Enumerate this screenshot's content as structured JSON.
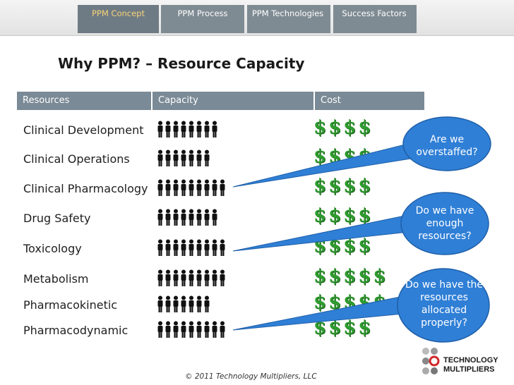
{
  "nav": {
    "tabs": [
      {
        "label": "PPM Concept",
        "active": true
      },
      {
        "label": "PPM Process",
        "active": false
      },
      {
        "label": "PPM Technologies",
        "active": false
      },
      {
        "label": "Success Factors",
        "active": false
      }
    ]
  },
  "title": "Why PPM? – Resource Capacity",
  "table": {
    "headers": [
      "Resources",
      "Capacity",
      "Cost"
    ],
    "rows": [
      {
        "resource": "Clinical Development",
        "people": 8,
        "cost": "$$$$"
      },
      {
        "resource": "Clinical Operations",
        "people": 7,
        "cost": "$$$$"
      },
      {
        "resource": "Clinical Pharmacology",
        "people": 9,
        "cost": "$$$$"
      },
      {
        "resource": "Drug Safety",
        "people": 8,
        "cost": "$$$$"
      },
      {
        "resource": "Toxicology",
        "people": 9,
        "cost": "$$$$"
      },
      {
        "resource": "Metabolism",
        "people": 9,
        "cost": "$$$$$"
      },
      {
        "resource": "Pharmacokinetic",
        "people": 7,
        "cost": "$$$$$"
      },
      {
        "resource": "Pharmacodynamic",
        "people": 9,
        "cost": "$$$$"
      }
    ]
  },
  "callouts": [
    "Are we overstaffed?",
    "Do we have enough resources?",
    "Do we have the resources allocated properly?"
  ],
  "logo": {
    "line1": "TECHNOLOGY",
    "line2": "MULTIPLIERS"
  },
  "footer": "© 2011 Technology Multipliers, LLC",
  "colors": {
    "header": "#7a8a96",
    "callout": "#2f7fd6",
    "cost": "#2e9b2e",
    "active_tab": "#f7d27a"
  }
}
